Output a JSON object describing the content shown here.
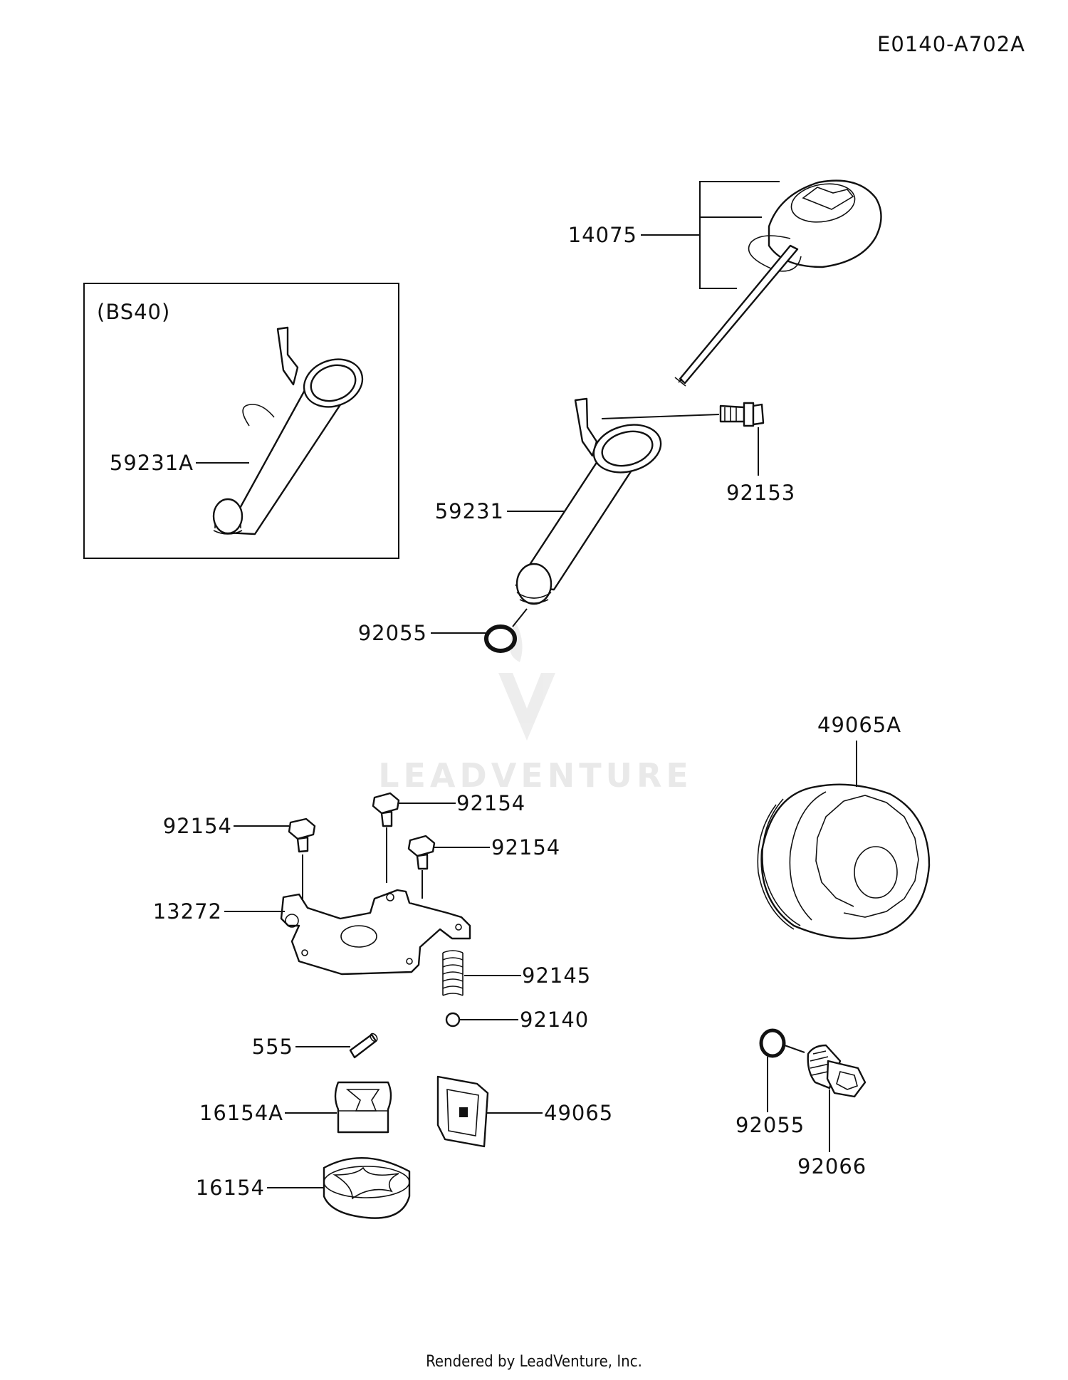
{
  "diagram_code": "E0140-A702A",
  "watermark": "LEADVENTURE",
  "inset_title": "(BS40)",
  "labels": {
    "p14075": "14075",
    "p59231a": "59231A",
    "p59231": "59231",
    "p92153": "92153",
    "p92055_top": "92055",
    "p49065a": "49065A",
    "p92154_a": "92154",
    "p92154_b": "92154",
    "p92154_c": "92154",
    "p13272": "13272",
    "p92145": "92145",
    "p92140": "92140",
    "p555": "555",
    "p16154a": "16154A",
    "p49065": "49065",
    "p16154": "16154",
    "p92055_bot": "92055",
    "p92066": "92066"
  },
  "footer": "Rendered by LeadVenture, Inc."
}
